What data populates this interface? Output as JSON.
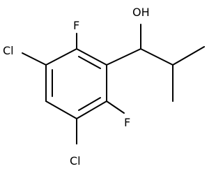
{
  "molecule": {
    "atom_labels": {
      "oh": "OH",
      "f_top": "F",
      "f_bottom": "F",
      "cl_left": "Cl",
      "cl_bottom": "Cl"
    }
  }
}
